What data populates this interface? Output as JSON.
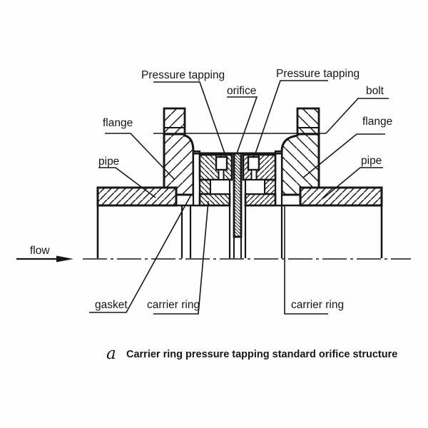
{
  "diagram": {
    "title_hint": "Carrier ring pressure tapping standard orifice structure diagram",
    "labels": {
      "pressure_tapping_left": "Pressure tapping",
      "pressure_tapping_right": "Pressure tapping",
      "orifice": "orifice",
      "bolt": "bolt",
      "flange_left": "flange",
      "flange_right": "flange",
      "pipe_left": "pipe",
      "pipe_right": "pipe",
      "flow": "flow",
      "gasket": "gasket",
      "carrier_ring_left": "carrier ring",
      "carrier_ring_right": "carrier ring"
    },
    "caption": {
      "index": "a",
      "text": "Carrier ring pressure tapping standard orifice structure"
    },
    "colors": {
      "line": "#161616",
      "background": "#fefefe"
    }
  }
}
